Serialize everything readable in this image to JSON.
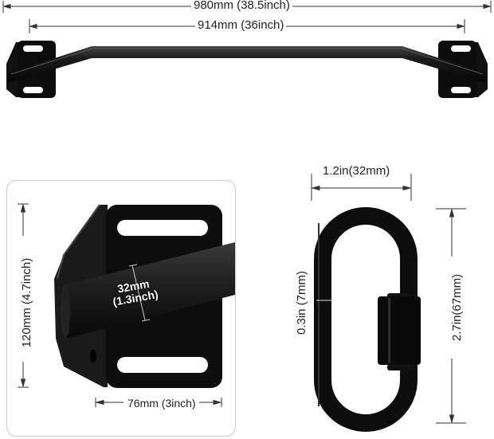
{
  "diagram": {
    "subject": "Pull-up bar with wall mounting brackets and quick link carabiner",
    "bar": {
      "overall_length_label": "980mm (38.5inch)",
      "inner_length_label": "914mm (36inch)"
    },
    "bracket_detail": {
      "height_label": "120mm (4.7inch)",
      "width_label": "76mm (3inch)",
      "tube_diameter_line1": "32mm",
      "tube_diameter_line2": "(1.3inch)"
    },
    "quick_link": {
      "width_label": "1.2in(32mm)",
      "height_label": "2.7in(67mm)",
      "wire_thickness_label": "0.3in (7mm)"
    },
    "colors": {
      "metal": "#111111",
      "highlight": "#3a3a3a",
      "dimension_line": "#333333",
      "inset_border": "#cccccc"
    }
  }
}
